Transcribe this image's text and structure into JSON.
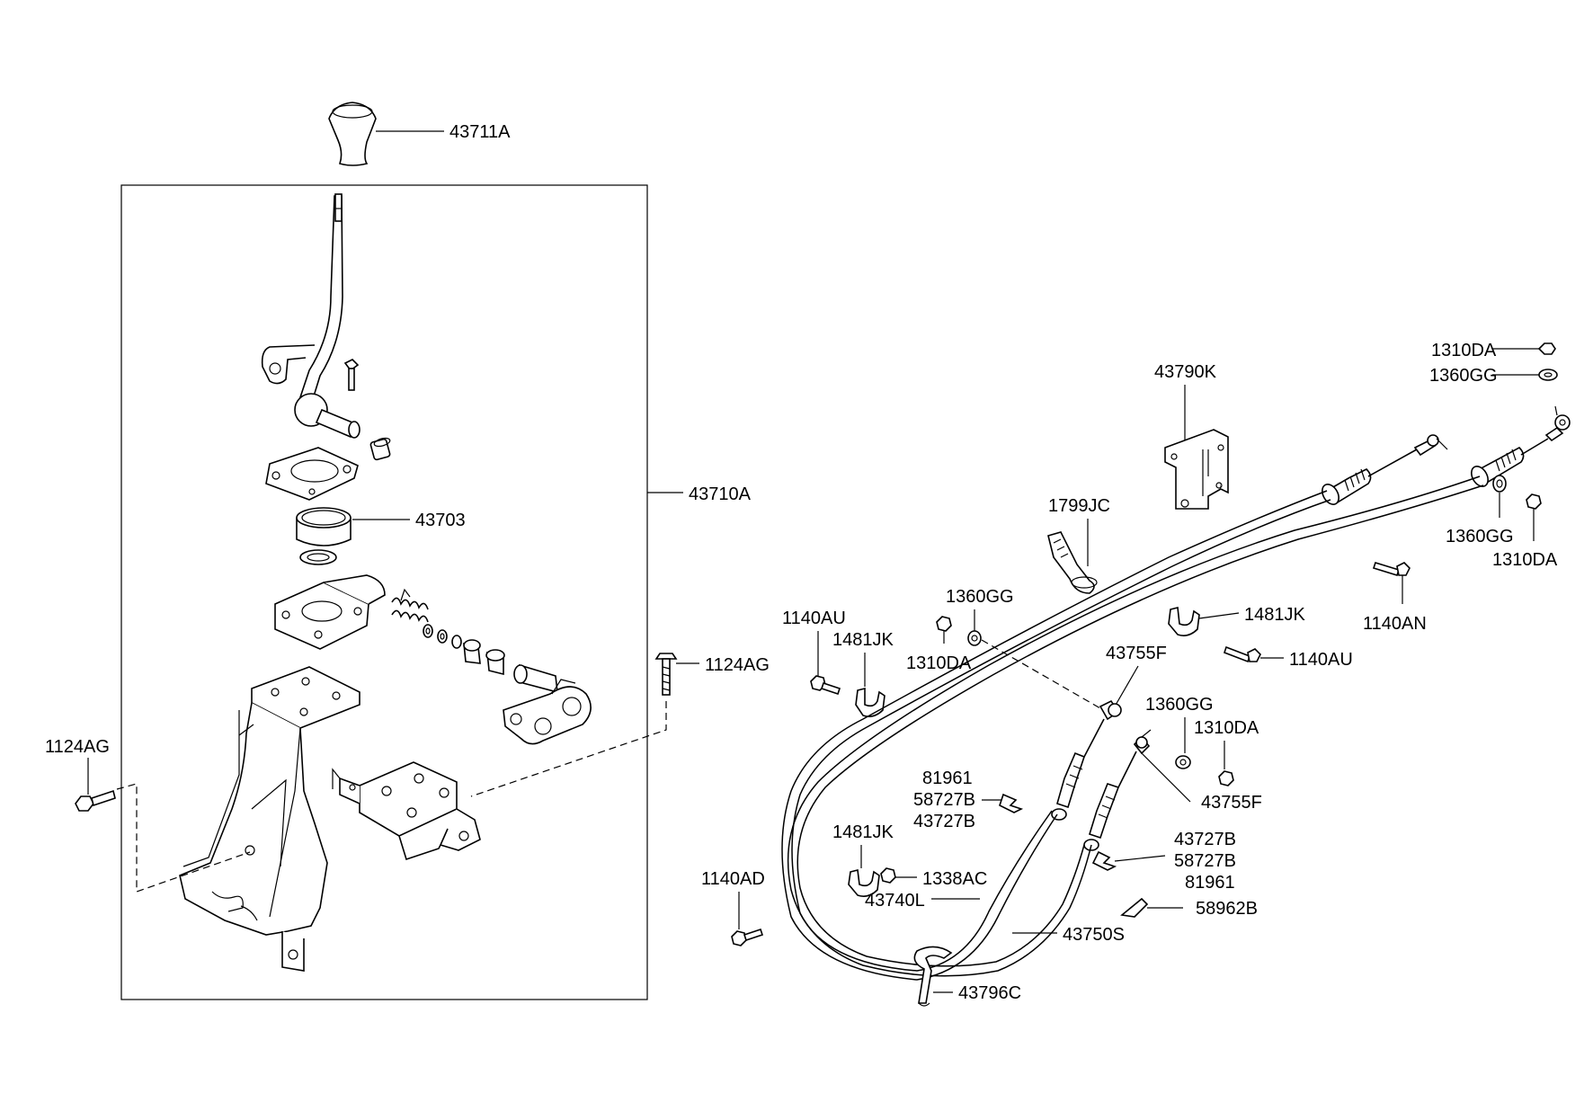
{
  "labels": {
    "knob": "43711A",
    "lever_assembly": "43710A",
    "bushing": "43703",
    "bolt_right": "1124AG",
    "bolt_left": "1124AG",
    "bracket_cable": "43790K",
    "tie": "1799JC",
    "nut_top_1": "1310DA",
    "washer_top_1": "1360GG",
    "washer_right": "1360GG",
    "nut_right": "1310DA",
    "bolt_1140AN": "1140AN",
    "washer_mid": "1360GG",
    "nut_mid": "1310DA",
    "bolt_1140AU_left": "1140AU",
    "clip_1481JK_left": "1481JK",
    "clip_1481JK_right": "1481JK",
    "end_43755F_top": "43755F",
    "bolt_1140AU_right": "1140AU",
    "washer_1360GG_low": "1360GG",
    "nut_1310DA_low": "1310DA",
    "group_left_1": "81961",
    "group_left_2": "58727B",
    "group_left_3": "43727B",
    "end_43755F_low": "43755F",
    "group_right_1": "43727B",
    "group_right_2": "58727B",
    "group_right_3": "81961",
    "clip_1481JK_low": "1481JK",
    "nut_1338AC": "1338AC",
    "bolt_1140AD": "1140AD",
    "cable_43740L": "43740L",
    "pad_58962B": "58962B",
    "cable_43750S": "43750S",
    "clip_43796C": "43796C"
  }
}
